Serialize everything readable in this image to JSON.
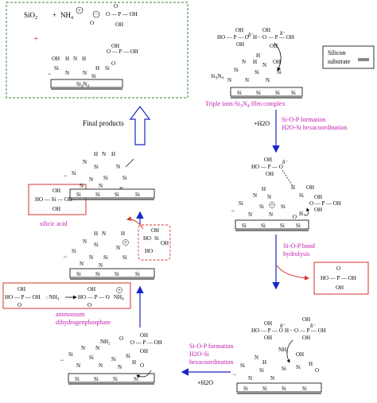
{
  "final_box": {
    "formula": "SiO",
    "sub2": "2",
    "plus": "+",
    "nh4": "NH",
    "sub4": "4",
    "phosphate_plus": "+",
    "substrate": "Si",
    "substrate_sub": "3",
    "substrate_n": "N",
    "substrate_sub2": "4"
  },
  "legend": {
    "label_line1": "Silicon",
    "label_line2": "substrate"
  },
  "labels": {
    "final_products": "Final products",
    "triple_ions": "Triple ions-Si",
    "triple_ions_sub": "3",
    "triple_ions_n": "N",
    "triple_ions_sub2": "4",
    "triple_ions_rest": " film complex",
    "si3n4": "Si",
    "si3n4_sub": "3",
    "si3n4_n": "N",
    "si3n4_sub2": "4",
    "step1_line1": "Si-O-P formation",
    "step1_line2": "H2O-Si hexacoordination",
    "plus_h2o_right": "+H2O",
    "step2_line1": "Si-O-P bond",
    "step2_line2": "hydrolysis",
    "silicic_acid": "silicic acid",
    "ammonium_line1": "ammonium",
    "ammonium_line2": "dihydrogenphosphate",
    "nh3": "NH",
    "nh3_sub": "3",
    "nh4_salt": "NH",
    "nh4_salt_sub": "4",
    "step3_line1": "Si-O-P formation",
    "step3_line2": "H2O-Si",
    "step3_line3": "hexacoordination",
    "plus_h2o_bottom": "+H2O"
  },
  "colors": {
    "magenta": "#c21bb0",
    "red_box": "#d0352b",
    "green_dash": "#2c8a2c",
    "blue_arrow": "#1a25c8",
    "substrate_gray": "#888888"
  }
}
